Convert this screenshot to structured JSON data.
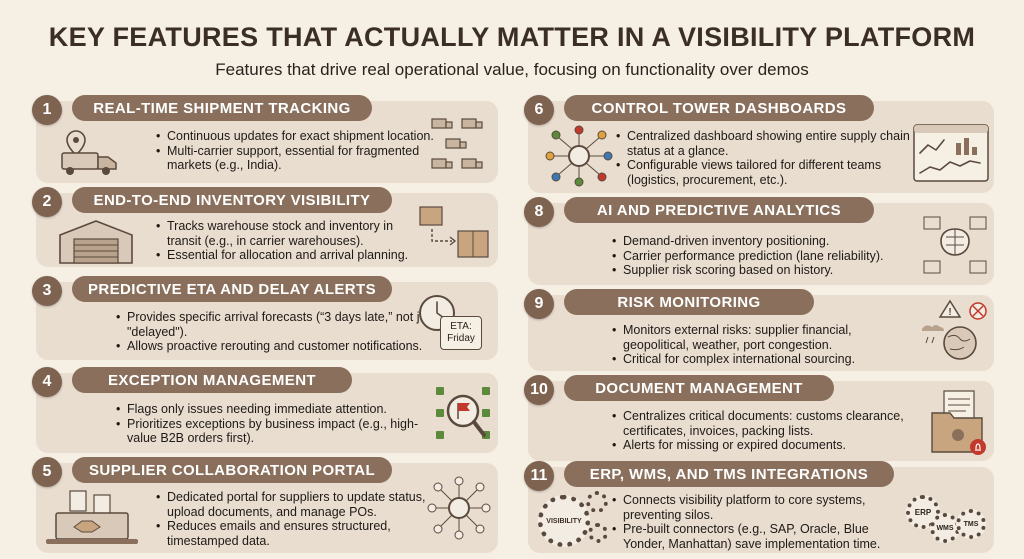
{
  "title": "KEY FEATURES THAT ACTUALLY MATTER IN A VISIBILITY PLATFORM",
  "subtitle": "Features that drive real operational value, focusing on functionality over demos",
  "eta_badge": {
    "line1": "ETA:",
    "line2": "Friday"
  },
  "visibility_gear": "VISIBILITY",
  "systems": [
    "ERP",
    "WMS",
    "TMS"
  ],
  "colors": {
    "background": "#f6efe4",
    "card": "#e9ddd0",
    "pill": "#8a705c",
    "number": "#7d6350",
    "accent_red": "#c0392b",
    "accent_green": "#5b8a3a"
  },
  "features": [
    {
      "num": "1",
      "title": "REAL-TIME SHIPMENT TRACKING",
      "icon": "truck-location-icon",
      "bullets": [
        "Continuous updates for exact shipment location.",
        "Multi-carrier support, essential for fragmented markets (e.g., India)."
      ]
    },
    {
      "num": "2",
      "title": "END-TO-END INVENTORY VISIBILITY",
      "icon": "warehouse-icon",
      "bullets": [
        "Tracks warehouse stock and inventory in transit (e.g., in carrier warehouses).",
        "Essential for allocation and arrival planning."
      ]
    },
    {
      "num": "3",
      "title": "PREDICTIVE ETA AND DELAY ALERTS",
      "icon": "clock-icon",
      "bullets": [
        "Provides specific arrival forecasts (“3 days late,” not just \"delayed\").",
        "Allows proactive rerouting and customer notifications."
      ]
    },
    {
      "num": "4",
      "title": "EXCEPTION MANAGEMENT",
      "icon": "flag-magnifier-icon",
      "bullets": [
        "Flags only issues needing immediate attention.",
        "Prioritizes exceptions by business impact (e.g., high-value B2B orders first)."
      ]
    },
    {
      "num": "5",
      "title": "SUPPLIER COLLABORATION PORTAL",
      "icon": "handshake-laptop-icon",
      "bullets": [
        "Dedicated portal for suppliers to update status, upload documents, and manage POs.",
        "Reduces emails and ensures structured, timestamped data."
      ]
    },
    {
      "num": "6",
      "title": "CONTROL TOWER DASHBOARDS",
      "icon": "hub-network-icon",
      "bullets": [
        "Centralized dashboard showing entire supply chain status at a glance.",
        "Configurable views tailored for different teams (logistics, procurement, etc.)."
      ]
    },
    {
      "num": "8",
      "title": "AI AND PREDICTIVE ANALYTICS",
      "icon": "ai-brain-icon",
      "bullets": [
        "Demand-driven inventory positioning.",
        "Carrier performance prediction (lane reliability).",
        "Supplier risk scoring based on history."
      ]
    },
    {
      "num": "9",
      "title": "RISK MONITORING",
      "icon": "globe-risk-icon",
      "bullets": [
        "Monitors external risks: supplier financial, geopolitical, weather, port congestion.",
        "Critical for complex international sourcing."
      ]
    },
    {
      "num": "10",
      "title": "DOCUMENT MANAGEMENT",
      "icon": "document-folder-icon",
      "bullets": [
        "Centralizes critical documents: customs clearance, certificates, invoices, packing lists.",
        "Alerts for missing or expired documents."
      ]
    },
    {
      "num": "11",
      "title": "ERP, WMS, AND TMS INTEGRATIONS",
      "icon": "gears-icon",
      "bullets": [
        "Connects visibility platform to core systems, preventing silos.",
        "Pre-built connectors (e.g., SAP, Oracle, Blue Yonder, Manhattan) save implementation time."
      ]
    }
  ]
}
